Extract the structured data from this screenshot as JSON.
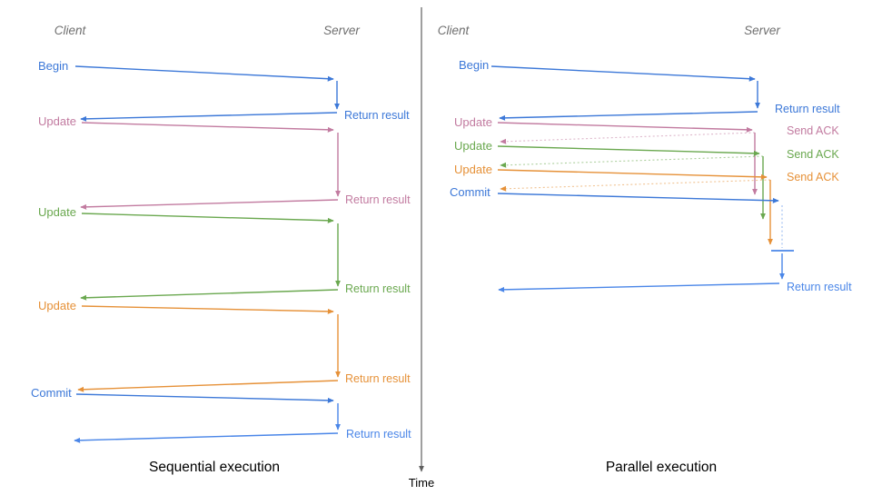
{
  "colors": {
    "blue": "#3c78d8",
    "light-blue": "#4a86e8",
    "pink": "#c27ba0",
    "green": "#6aa84f",
    "orange": "#e69138",
    "header-gray": "#6f6f6f",
    "axis-gray": "#5f5f5f",
    "caption-black": "#000000"
  },
  "time_axis": {
    "label": "Time"
  },
  "panels": [
    {
      "name": "sequential",
      "caption": "Sequential execution",
      "client_header": "Client",
      "server_header": "Server",
      "messages": [
        {
          "label": "Begin",
          "color": "blue",
          "response": "Return result"
        },
        {
          "label": "Update",
          "color": "pink",
          "response": "Return result"
        },
        {
          "label": "Update",
          "color": "green",
          "response": "Return result"
        },
        {
          "label": "Update",
          "color": "orange",
          "response": "Return result"
        },
        {
          "label": "Commit",
          "color": "blue",
          "response": "Return result"
        }
      ]
    },
    {
      "name": "parallel",
      "caption": "Parallel execution",
      "client_header": "Client",
      "server_header": "Server",
      "messages": [
        {
          "label": "Begin",
          "color": "blue",
          "response": "Return result"
        },
        {
          "label": "Update",
          "color": "pink",
          "response": "Send ACK"
        },
        {
          "label": "Update",
          "color": "green",
          "response": "Send ACK"
        },
        {
          "label": "Update",
          "color": "orange",
          "response": "Send ACK"
        },
        {
          "label": "Commit",
          "color": "blue",
          "response": "Return result"
        }
      ]
    }
  ]
}
